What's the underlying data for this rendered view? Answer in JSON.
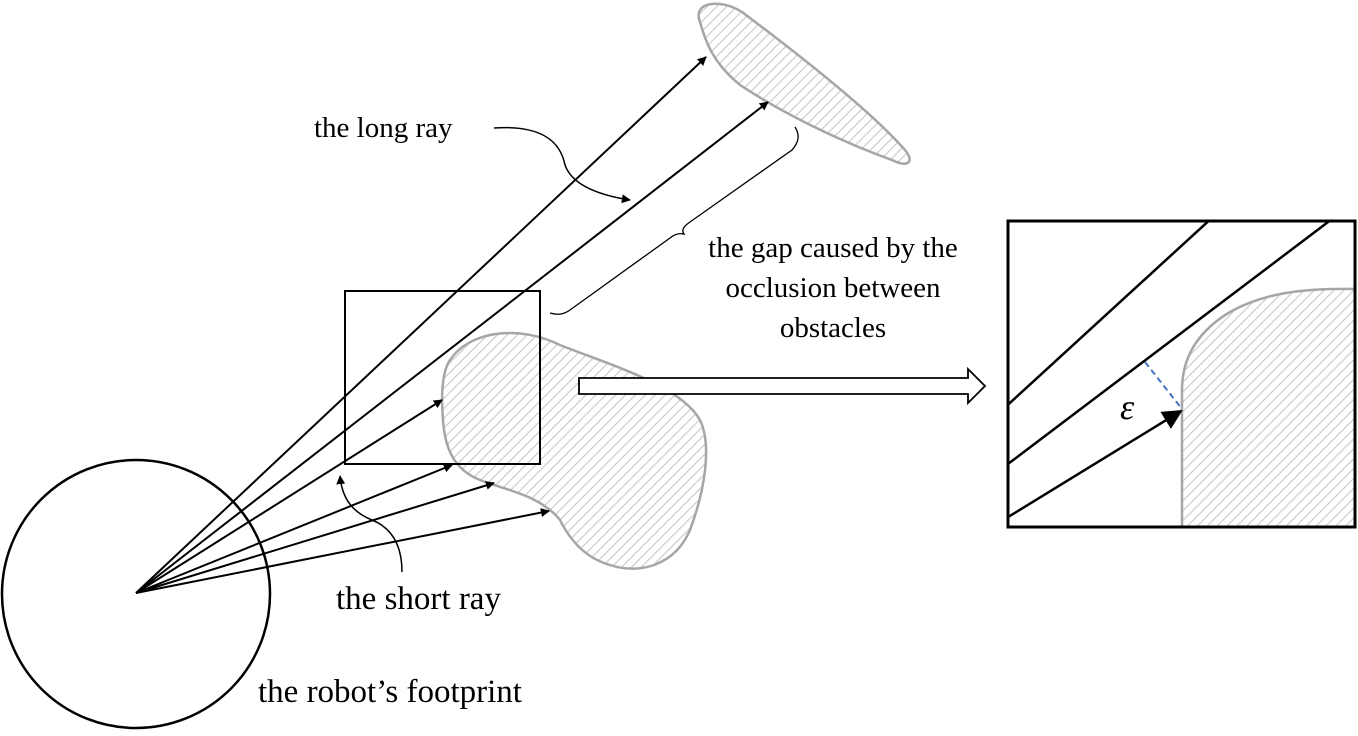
{
  "labels": {
    "long_ray": "the long ray",
    "gap": [
      "the gap caused by the",
      "occlusion between",
      "obstacles"
    ],
    "short_ray": "the short ray",
    "robot_footprint": "the robot’s footprint",
    "epsilon": "ε"
  },
  "colors": {
    "stroke": "#000000",
    "obstacle_outline": "#a6a6a6",
    "obstacle_hatch": "#c8c8c8",
    "epsilon_dash": "#4472c4"
  }
}
